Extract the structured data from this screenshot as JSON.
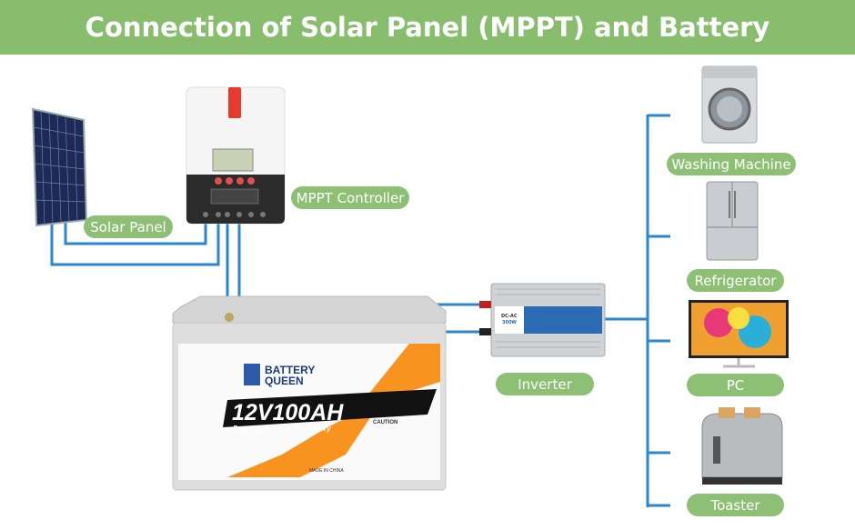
{
  "title": "Connection of Solar Panel (MPPT) and Battery",
  "labels": {
    "solar_panel": "Solar Panel",
    "mppt_controller": "MPPT Controller",
    "inverter": "Inverter",
    "washing_machine": "Washing Machine",
    "refrigerator": "Refrigerator",
    "pc": "PC",
    "toaster": "Toaster"
  },
  "battery": {
    "brand_line1": "BATTERY",
    "brand_line2": "QUEEN",
    "model": "12V100AH",
    "subtitle": "Deep Cycle LiFePO4 Battery",
    "caution": "CAUTION",
    "made_in": "MADE IN CHINA"
  },
  "inverter_device": {
    "type": "DC-AC",
    "power": "300W"
  },
  "colors": {
    "header": "#87bd6d",
    "label": "#8dbf74",
    "wire": "#2a87cf",
    "battery_accent": "#f7931e"
  }
}
